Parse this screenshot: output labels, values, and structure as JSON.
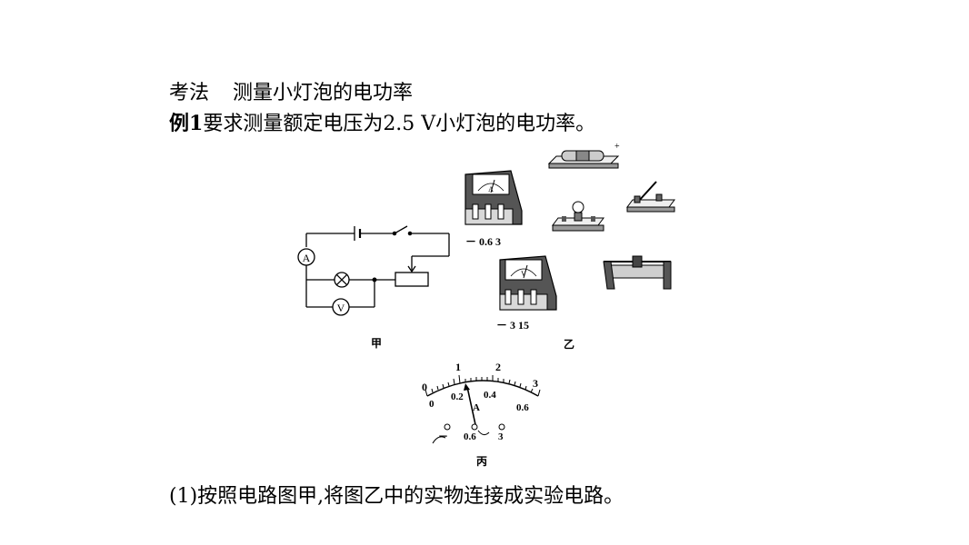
{
  "heading": {
    "label": "考法",
    "title": "测量小灯泡的电功率"
  },
  "example": {
    "tag": "例1",
    "text": "要求测量额定电压为2.5 V小灯泡的电功率。"
  },
  "circuit_jia": {
    "ammeter": "A",
    "voltmeter": "V",
    "caption": "甲"
  },
  "devices_yi": {
    "ammeter_face": "A",
    "ammeter_terminals": "－ 0.6 3",
    "voltmeter_face": "V",
    "voltmeter_terminals": "－ 3 15",
    "battery_plus": "+",
    "caption": "乙"
  },
  "dial_bing": {
    "upper_scale": [
      "0",
      "1",
      "2",
      "3"
    ],
    "lower_scale": [
      "0",
      "0.2",
      "0.4",
      "0.6"
    ],
    "unit": "A",
    "terminals": [
      "－",
      "0.6",
      "3"
    ],
    "caption": "丙"
  },
  "question": {
    "text": "(1)按照电路图甲,将图乙中的实物连接成实验电路。"
  }
}
